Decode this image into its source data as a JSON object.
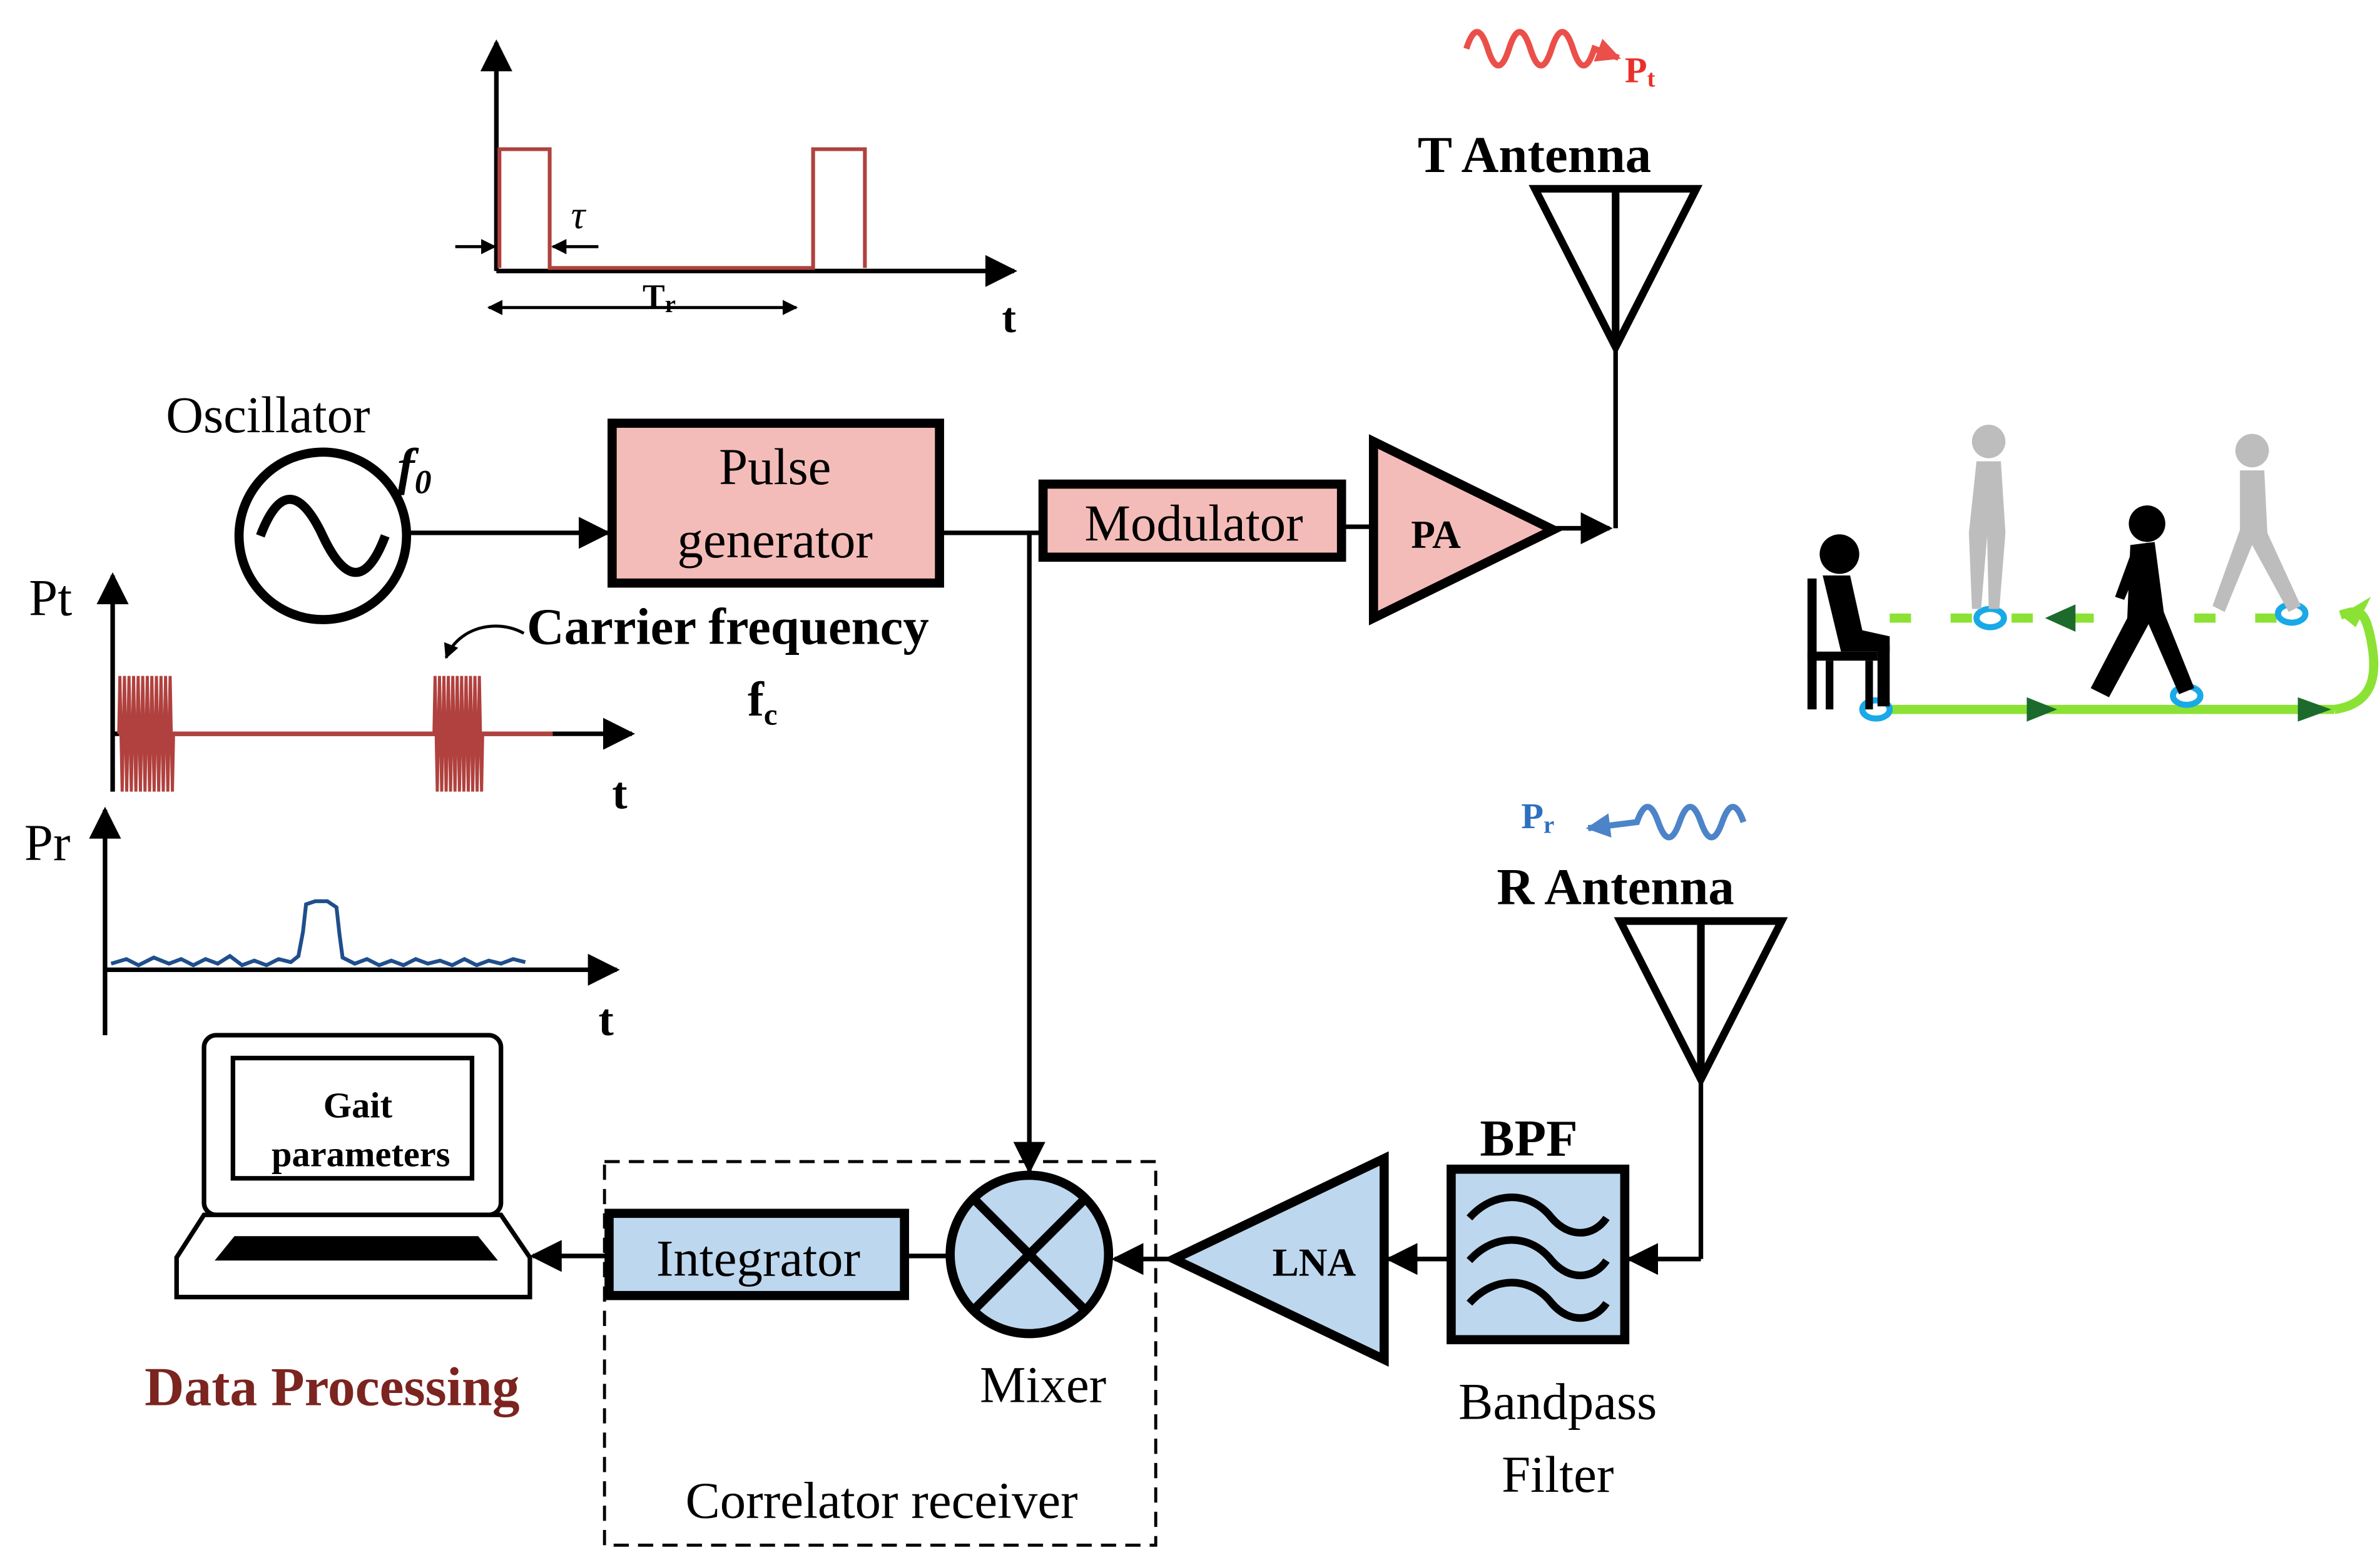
{
  "colors": {
    "tx_block": "#f4bcb8",
    "rx_block": "#bdd7ee",
    "pulse_line": "#b0413e",
    "tx_wave": "#e8312a",
    "rx_wave": "#2f6fbf",
    "rx_signal": "#1f4e8c",
    "data_processing": "#7b2420",
    "path_green": "#8be234",
    "arrow_dark_green": "#1d6b2c",
    "foot_marker": "#19a9e6",
    "ghost_figure": "#bdbdbd"
  },
  "labels": {
    "oscillator": "Oscillator",
    "f0_main": "f",
    "f0_sub": "0",
    "pulse_gen_line1": "Pulse",
    "pulse_gen_line2": "generator",
    "modulator": "Modulator",
    "pa": "PA",
    "t_antenna": "T Antenna",
    "r_antenna": "R Antenna",
    "pt_wave_main": "P",
    "pt_wave_sub": "t",
    "pr_wave_main": "P",
    "pr_wave_sub": "r",
    "carrier_frequency": "Carrier frequency",
    "fc_main": "f",
    "fc_sub": "c",
    "tau": "τ",
    "tr_main": "T",
    "tr_sub": "r",
    "pulse_axis_t": "t",
    "pt_axis": "Pt",
    "pt_axis_t": "t",
    "pr_axis": "Pr",
    "pr_axis_t": "t",
    "gait_line1": "Gait",
    "gait_line2": "parameters",
    "data_processing": "Data Processing",
    "integrator": "Integrator",
    "mixer": "Mixer",
    "correlator_receiver": "Correlator receiver",
    "lna": "LNA",
    "bpf": "BPF",
    "bandpass_line1": "Bandpass",
    "bandpass_line2": "Filter"
  }
}
